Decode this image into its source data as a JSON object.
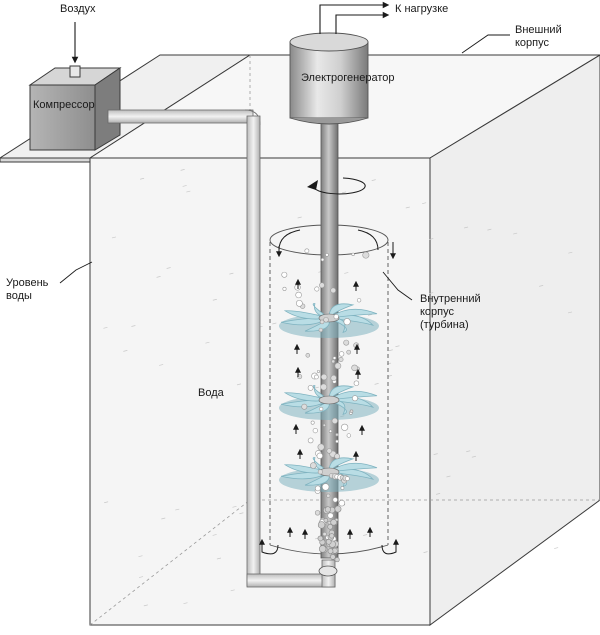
{
  "labels": {
    "air": "Воздух",
    "load": "К нагрузке",
    "outer_housing": [
      "Внешний",
      "корпус"
    ],
    "compressor": "Компрессор",
    "generator": "Электрогенератор",
    "water_level": [
      "Уровень",
      "воды"
    ],
    "inner_housing": [
      "Внутренний",
      "корпус",
      "(турбина)"
    ],
    "water": "Вода"
  },
  "colors": {
    "tank_fill": "#f4f4f4",
    "tank_stroke": "#3a3a3a",
    "metal_light": "#e6e6e6",
    "metal_dark": "#8c8c8c",
    "turbine_blade": "#b9dde5",
    "turbine_blade_dark": "#7fb3c0",
    "bubble": "#9a9a9a"
  },
  "icons": [
    "rotation-arrow-icon",
    "flow-arrow-icon",
    "bubble-icon"
  ]
}
